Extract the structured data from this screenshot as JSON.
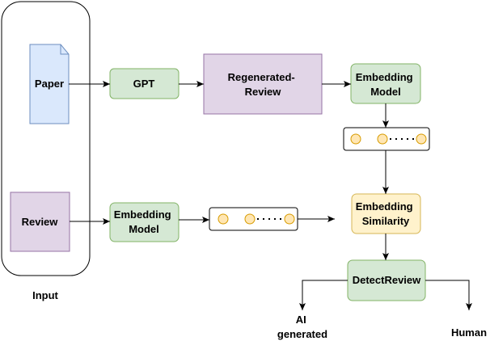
{
  "input_group": {
    "label": "Input"
  },
  "nodes": {
    "paper": "Paper",
    "review": "Review",
    "gpt": "GPT",
    "regenerated_review": [
      "Regenerated-",
      "Review"
    ],
    "embedding_model_top": [
      "Embedding",
      "Model"
    ],
    "embedding_model_bottom": [
      "Embedding",
      "Model"
    ],
    "embedding_similarity": [
      "Embedding",
      "Similarity"
    ],
    "detect_review": "DetectReview",
    "output_ai": [
      "AI",
      "generated"
    ],
    "output_human": "Human"
  },
  "colors": {
    "green_fill": "#d5e8d4",
    "green_stroke": "#82b366",
    "purple_fill": "#e1d5e7",
    "purple_stroke": "#9673a6",
    "blue_fill": "#dae8fc",
    "blue_stroke": "#6c8ebf",
    "yellow_fill": "#fff2cc",
    "yellow_stroke": "#d6b656",
    "dot_fill": "#ffe6b3",
    "dot_stroke": "#d79b00"
  }
}
